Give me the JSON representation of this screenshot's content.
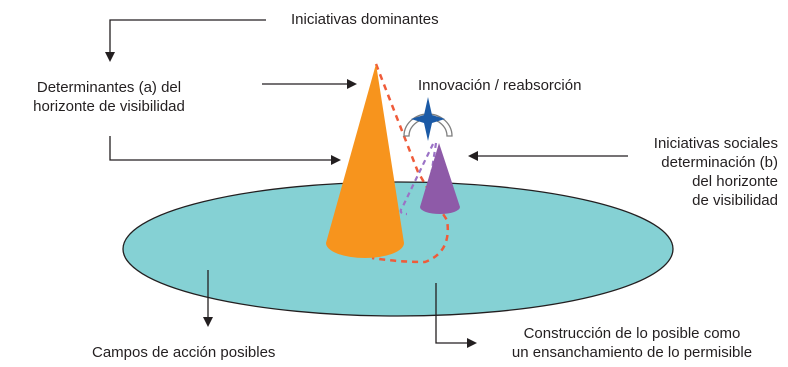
{
  "labels": {
    "iniciativas_dominantes": "Iniciativas dominantes",
    "determinantes": [
      "Determinantes (a) del",
      "horizonte de visibilidad"
    ],
    "innovacion": "Innovación / reabsorción",
    "iniciativas_sociales": [
      "Iniciativas sociales",
      "determinación (b)",
      "del horizonte",
      "de visibilidad"
    ],
    "campos": "Campos de acción posibles",
    "construccion": [
      "Construcción de lo posible como",
      "un ensanchamiento de lo permisible"
    ]
  },
  "colors": {
    "field": "#85d1d4",
    "cone_main": "#f7941d",
    "cone_small": "#8e5aa8",
    "star": "#1b5aa6",
    "dashed_orange": "#ef5b3a",
    "dashed_purple": "#9b72c6",
    "arrows": "#231f20",
    "arc": "#7f7f7f"
  }
}
